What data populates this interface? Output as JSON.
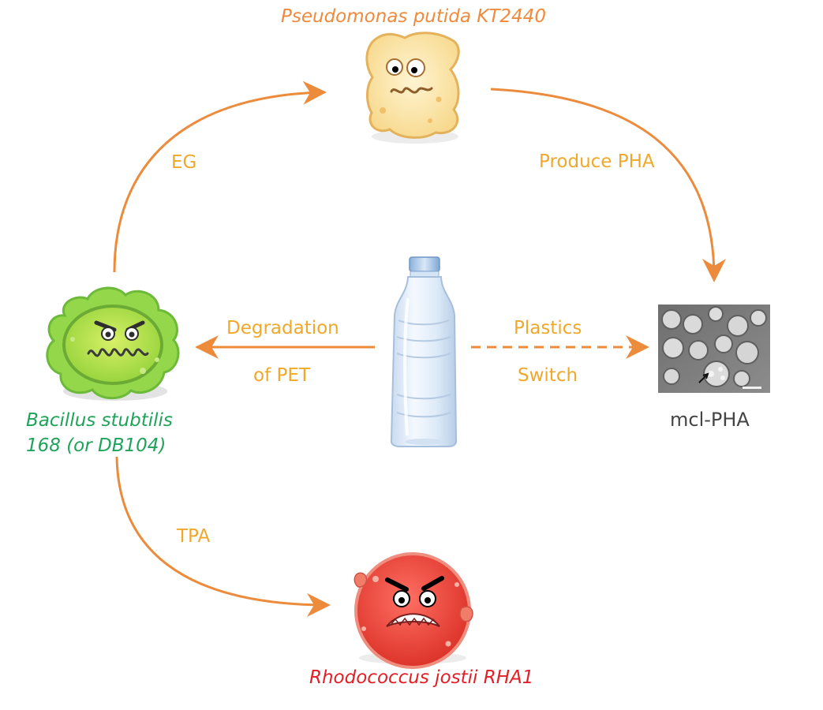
{
  "organisms": {
    "top": "Pseudomonas putida KT2440",
    "left_line1": "Bacillus stubtilis",
    "left_line2": "168   (or DB104)",
    "bottom": "Rhodococcus jostii RHA1"
  },
  "processes": {
    "eg": "EG",
    "produce_pha": "Produce PHA",
    "tpa": "TPA",
    "degradation_line1": "Degradation",
    "degradation_line2": "of PET",
    "plastics_line1": "Plastics",
    "plastics_line2": "Switch"
  },
  "product": {
    "label": "mcl-PHA"
  },
  "colors": {
    "arrow": "#ec8b3c",
    "process_text": "#f0a82a",
    "pseudomonas": "#f08a3c",
    "bacillus": "#1ea35a",
    "rhodococcus": "#e21f26",
    "product_text": "#444444"
  }
}
